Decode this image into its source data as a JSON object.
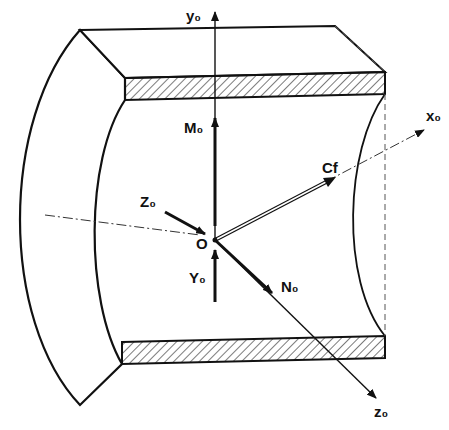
{
  "diagram": {
    "labels": [
      "y₀",
      "x₀",
      "M₀",
      "Cf",
      "Z₀",
      "O",
      "Y₀",
      "N₀",
      "z₀"
    ]
  }
}
